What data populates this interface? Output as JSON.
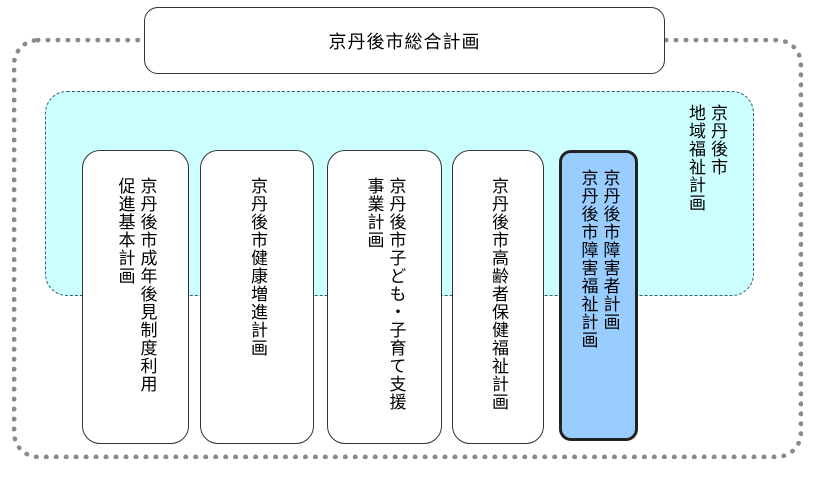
{
  "comprehensive_plan": "京丹後市総合計画",
  "regional_welfare_plan": "京丹後市\n地域福祉計画",
  "plans": [
    {
      "label": "京丹後市成年後見制度利用\n促進基本計画"
    },
    {
      "label": "京丹後市健康増進計画"
    },
    {
      "label": "京丹後市子ども・子育て支援\n事業計画"
    },
    {
      "label": "京丹後市高齢者保健福祉計画"
    },
    {
      "label": "京丹後市障害者計画\n京丹後市障害福祉計画"
    }
  ],
  "colors": {
    "welfare_area_fill": "#ccffff",
    "highlighted_plan_fill": "#99ccff",
    "outer_frame": "#8a8a8a"
  }
}
